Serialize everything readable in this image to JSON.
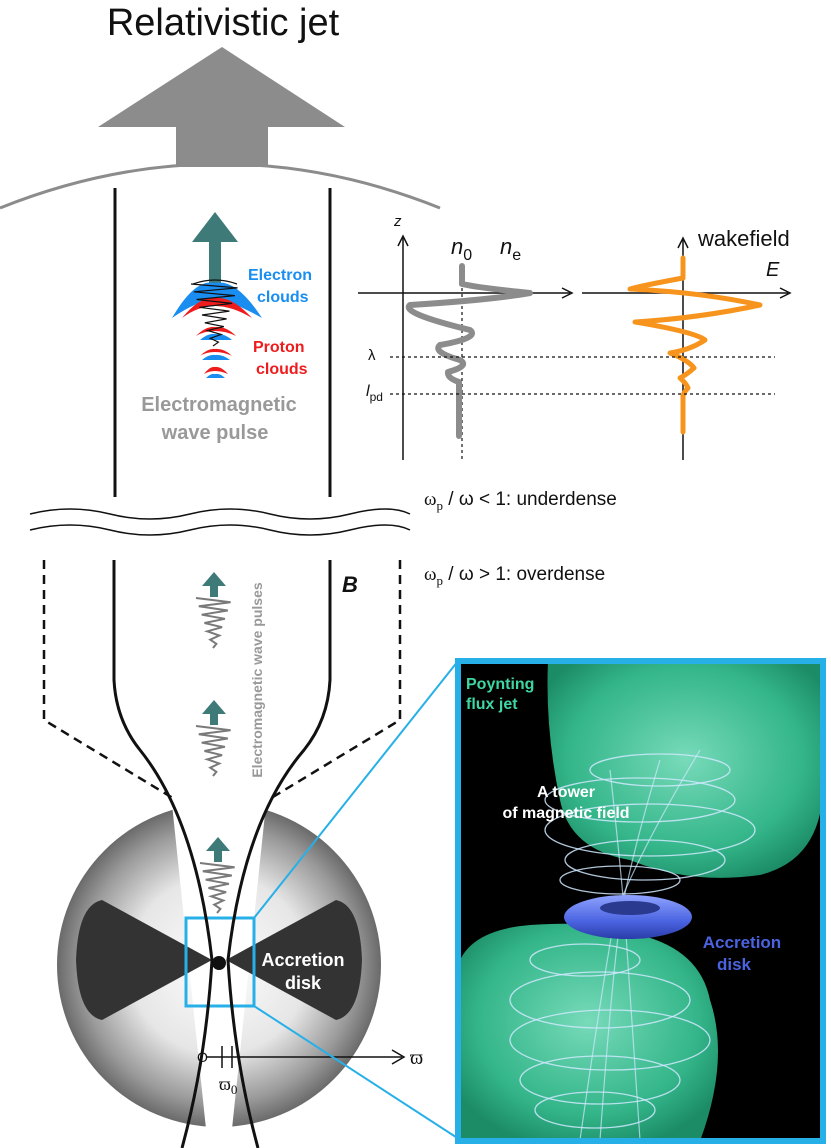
{
  "title": "Relativistic jet",
  "pulse_detail": {
    "electron_label": [
      "Electron",
      "clouds"
    ],
    "proton_label": [
      "Proton",
      "clouds"
    ],
    "pulse_label": [
      "Electromagnetic",
      "wave pulse"
    ]
  },
  "profile_plot": {
    "axis_z": "z",
    "n0": "n",
    "n0_sub": "0",
    "ne": "n",
    "ne_sub": "e",
    "lambda": "λ",
    "lpd": "l",
    "lpd_sub": "pd",
    "wakefield": "wakefield",
    "E": "E"
  },
  "regimes": {
    "underdense": {
      "omega": "ω",
      "p": "p",
      "rest": " / ω < 1: underdense"
    },
    "overdense": {
      "omega": "ω",
      "p": "p",
      "rest": " / ω > 1: overdense"
    }
  },
  "lower_jet": {
    "B_label": "B",
    "pulses_label": "Electromagnetic wave pulses",
    "accretion_label": [
      "Accretion",
      "disk"
    ],
    "origin_label": "O",
    "radial_axis": "ϖ",
    "varpi0": "ϖ",
    "varpi0_sub": "0"
  },
  "inset": {
    "poynting_label": [
      "Poynting",
      "flux jet"
    ],
    "tower_label": [
      "A tower",
      "of magnetic field"
    ],
    "accretion_label": [
      "Accretion",
      "disk"
    ]
  },
  "colors": {
    "jet_arrow": "#8c8c8c",
    "pulse_arrow": "#3e7a78",
    "electron": "#1a8ef0",
    "proton": "#ee1c1c",
    "density_curve": "#8c8c8c",
    "wakefield_curve": "#f7941d",
    "inset_border": "#27b0e8",
    "inset_bg": "#000000",
    "poynting": "#3ed6a2",
    "accretion_inset": "#4a63e0",
    "disk_dark": "#333333"
  }
}
